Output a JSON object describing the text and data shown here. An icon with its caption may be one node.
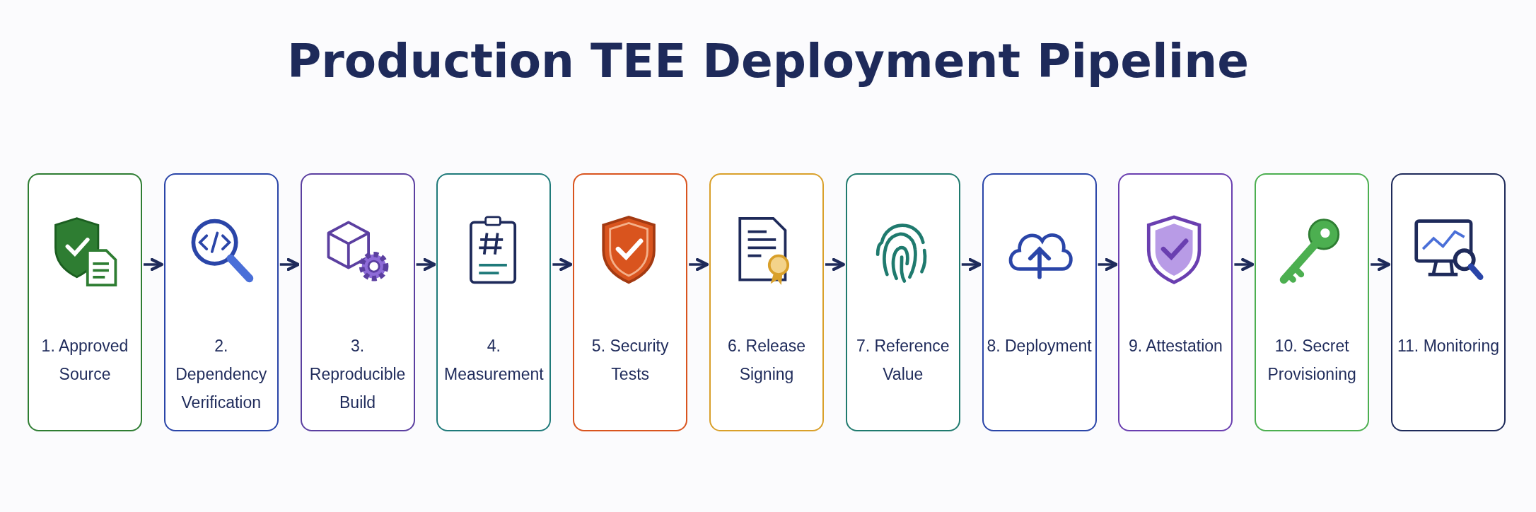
{
  "diagram": {
    "title": "Production TEE Deployment Pipeline",
    "nodes": [
      {
        "text": [
          "1. Approved Source"
        ]
      },
      {
        "text": [
          "2. Dependency Verification"
        ]
      },
      {
        "text": [
          "3. Reproducible Build"
        ]
      },
      {
        "text": [
          "4. Measurement"
        ]
      },
      {
        "text": [
          "5. Security Tests"
        ]
      },
      {
        "text": [
          "6. Release Signing"
        ]
      },
      {
        "text": [
          "7. Reference Value"
        ]
      },
      {
        "text": [
          "8. Deployment"
        ]
      },
      {
        "text": [
          "9. Attestation"
        ]
      },
      {
        "text": [
          "10. Secret Provisioning"
        ]
      },
      {
        "text": [
          "11. Monitoring"
        ]
      }
    ],
    "edges": [
      {
        "from": 0,
        "to": 1,
        "arrow": "to"
      },
      {
        "from": 1,
        "to": 2,
        "arrow": "to"
      },
      {
        "from": 2,
        "to": 3,
        "arrow": "to"
      },
      {
        "from": 3,
        "to": 4,
        "arrow": "to"
      },
      {
        "from": 4,
        "to": 5,
        "arrow": "to"
      },
      {
        "from": 5,
        "to": 6,
        "arrow": "to"
      },
      {
        "from": 6,
        "to": 7,
        "arrow": "to"
      },
      {
        "from": 7,
        "to": 8,
        "arrow": "to"
      },
      {
        "from": 8,
        "to": 9,
        "arrow": "to"
      },
      {
        "from": 9,
        "to": 10,
        "arrow": "to"
      }
    ]
  }
}
